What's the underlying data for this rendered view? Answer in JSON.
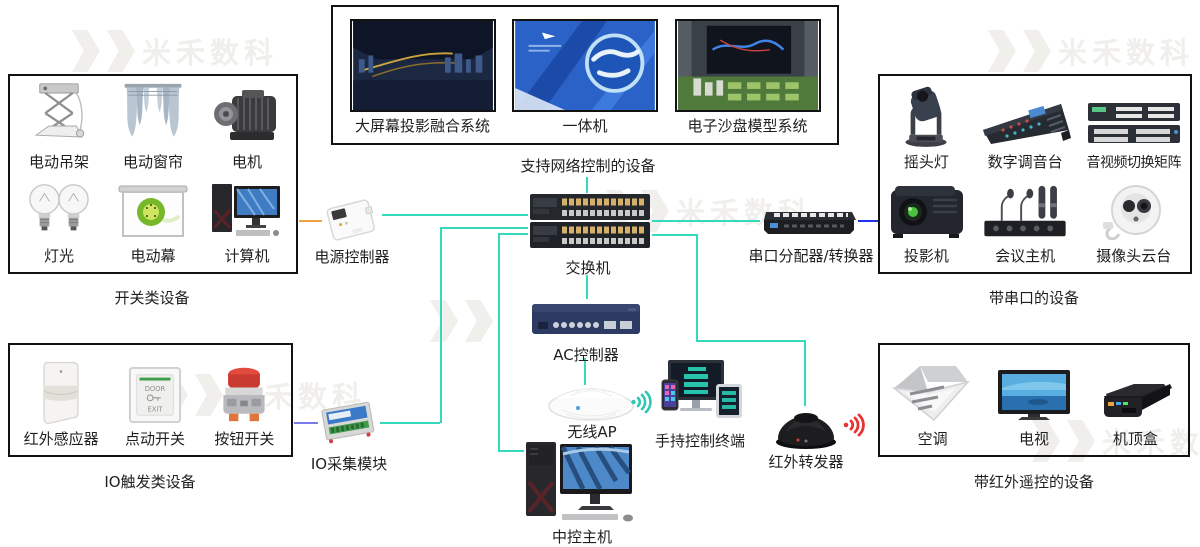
{
  "watermark": {
    "text": "米禾数科"
  },
  "colors": {
    "line_teal": "#35d9bc",
    "line_orange": "#efa23f",
    "line_blue": "#2233ee",
    "line_violet": "#7a7aec",
    "wifi_teal": "#2ec8b4",
    "wifi_red": "#e63333"
  },
  "groups": {
    "network": {
      "caption": "支持网络控制的设备",
      "items": [
        {
          "label": "大屏幕投影融合系统"
        },
        {
          "label": "一体机"
        },
        {
          "label": "电子沙盘模型系统"
        }
      ]
    },
    "switch_devices": {
      "caption": "开关类设备",
      "items": [
        {
          "label": "电动吊架"
        },
        {
          "label": "电动窗帘"
        },
        {
          "label": "电机"
        },
        {
          "label": "灯光"
        },
        {
          "label": "电动幕"
        },
        {
          "label": "计算机"
        }
      ]
    },
    "serial_devices": {
      "caption": "带串口的设备",
      "items": [
        {
          "label": "摇头灯"
        },
        {
          "label": "数字调音台"
        },
        {
          "label": "音视频切换矩阵"
        },
        {
          "label": "投影机"
        },
        {
          "label": "会议主机"
        },
        {
          "label": "摄像头云台"
        }
      ]
    },
    "io_devices": {
      "caption": "IO触发类设备",
      "items": [
        {
          "label": "红外感应器"
        },
        {
          "label": "点动开关"
        },
        {
          "label": "按钮开关"
        }
      ]
    },
    "ir_devices": {
      "caption": "带红外遥控的设备",
      "items": [
        {
          "label": "空调"
        },
        {
          "label": "电视"
        },
        {
          "label": "机顶盒"
        }
      ]
    }
  },
  "nodes": {
    "power_controller": {
      "label": "电源控制器"
    },
    "switch": {
      "label": "交换机"
    },
    "serial_splitter": {
      "label": "串口分配器/转换器"
    },
    "ac_controller": {
      "label": "AC控制器"
    },
    "wireless_ap": {
      "label": "无线AP"
    },
    "handheld_terminal": {
      "label": "手持控制终端"
    },
    "ir_transmitter": {
      "label": "红外转发器"
    },
    "io_module": {
      "label": "IO采集模块"
    },
    "central_host": {
      "label": "中控主机"
    }
  },
  "door_switch": {
    "line1": "DOOR",
    "line2": "EXIT"
  }
}
